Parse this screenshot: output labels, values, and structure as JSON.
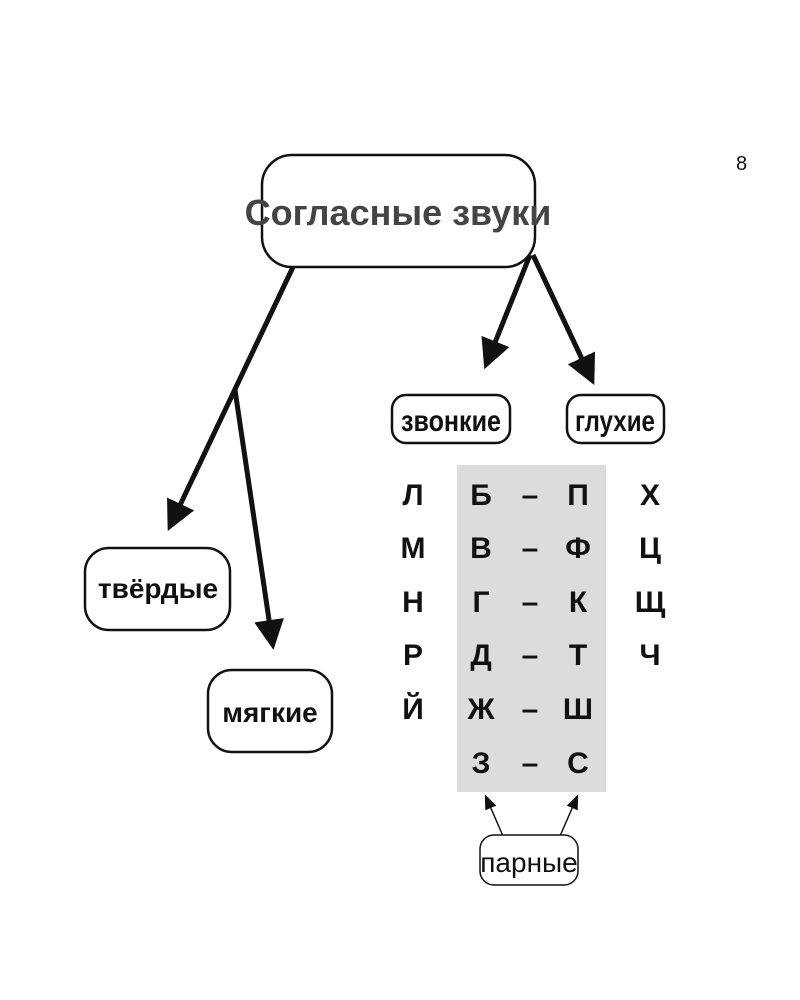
{
  "page_number": "8",
  "root": "Согласные звуки",
  "nodes": {
    "hard": "твёрдые",
    "soft": "мягкие",
    "voiced": "звонкие",
    "voiceless": "глухие",
    "paired": "парные"
  },
  "unpaired_voiced": [
    "Л",
    "М",
    "Н",
    "Р",
    "Й"
  ],
  "pairs": [
    {
      "voiced": "Б",
      "dash": "–",
      "voiceless": "П"
    },
    {
      "voiced": "В",
      "dash": "–",
      "voiceless": "Ф"
    },
    {
      "voiced": "Г",
      "dash": "–",
      "voiceless": "К"
    },
    {
      "voiced": "Д",
      "dash": "–",
      "voiceless": "Т"
    },
    {
      "voiced": "Ж",
      "dash": "–",
      "voiceless": "Ш"
    },
    {
      "voiced": "З",
      "dash": "–",
      "voiceless": "С"
    }
  ],
  "unpaired_voiceless": [
    "Х",
    "Ц",
    "Щ",
    "Ч"
  ],
  "colors": {
    "pair_bg": "#dcdcdc",
    "ink": "#111111"
  }
}
